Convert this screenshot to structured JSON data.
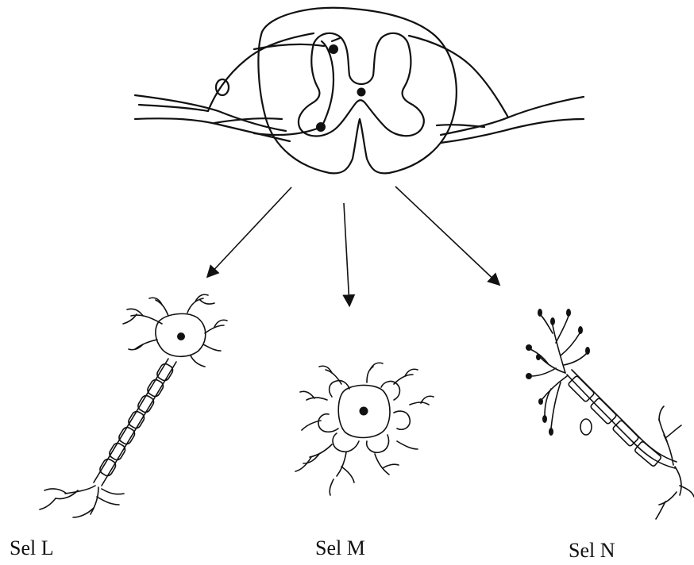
{
  "labels": {
    "cell_l": "Sel L",
    "cell_m": "Sel M",
    "cell_n": "Sel N"
  },
  "colors": {
    "ink": "#111111",
    "background": "#ffffff"
  }
}
